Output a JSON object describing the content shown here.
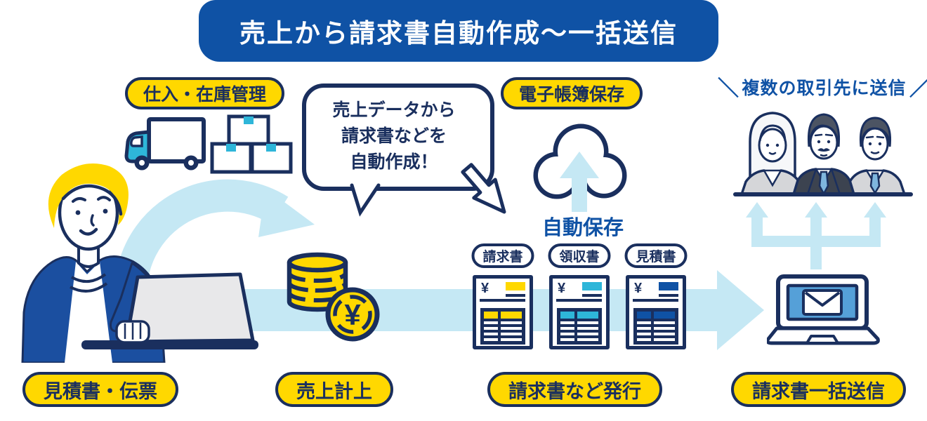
{
  "title": "売上から請求書自動作成〜一括送信",
  "badges": {
    "purchase": "仕入・在庫管理",
    "ebook": "電子帳簿保存",
    "quote_slip": "見積書・伝票",
    "sales_record": "売上計上",
    "issue_docs": "請求書など発行",
    "batch_send": "請求書一括送信"
  },
  "bubble": {
    "line1": "売上データから",
    "line2": "請求書などを",
    "line3": "自動作成！"
  },
  "autosave_label": "自動保存",
  "recipients": {
    "slash_left": "＼",
    "label": "複数の取引先に送信",
    "slash_right": "／"
  },
  "documents": [
    {
      "label": "請求書",
      "currency": "¥",
      "accent": "#FFD800"
    },
    {
      "label": "領収書",
      "currency": "¥",
      "accent": "#2EB6D9"
    },
    {
      "label": "見積書",
      "currency": "¥",
      "accent": "#0F52A5"
    }
  ],
  "coin": {
    "symbol": "¥"
  },
  "colors": {
    "navy": "#1A2F5E",
    "blue": "#0F52A5",
    "yellow": "#FFD800",
    "light_blue": "#C5E8F4",
    "cyan": "#2EB6D9",
    "screen_blue": "#55A0D8",
    "suit_gray": "#D5D6D9",
    "suit_dark": "#3C4350"
  }
}
